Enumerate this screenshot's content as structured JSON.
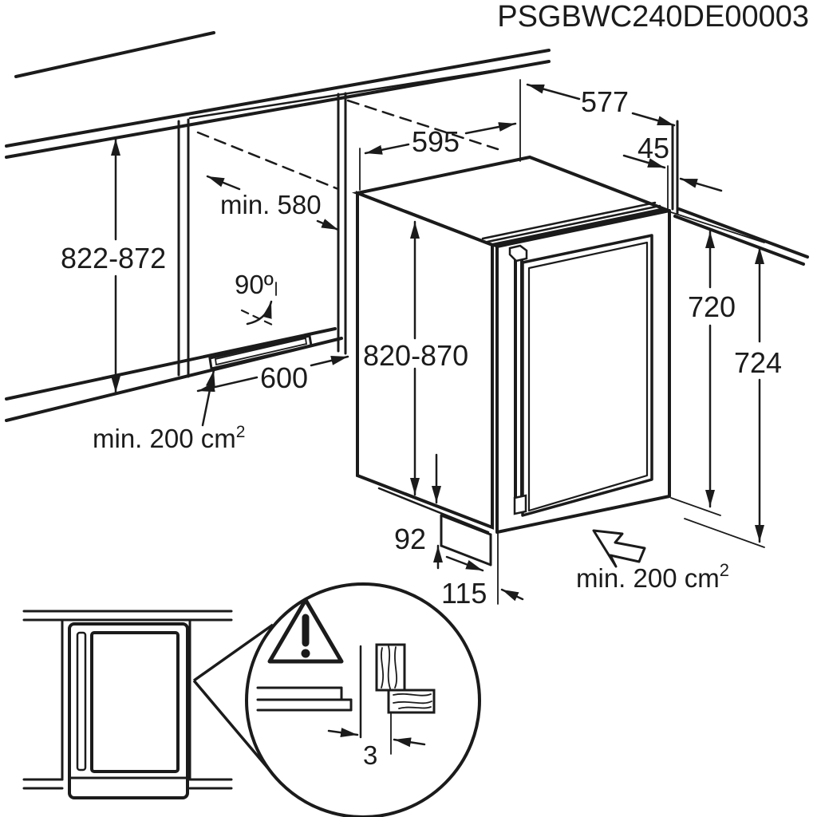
{
  "title": "PSGBWC240DE00003",
  "colors": {
    "line": "#1b1b1b",
    "background": "#ffffff"
  },
  "main_view": {
    "dimensions": {
      "counter_height": "822-872",
      "niche_depth": "min. 580",
      "door_opening_angle": "90º",
      "plinth_cutout_width": "600",
      "vent_area_left": {
        "text": "min. 200 cm",
        "sup": "2"
      },
      "appliance_width": "595",
      "appliance_depth": "577",
      "front_clearance": "45",
      "appliance_height": "820-870",
      "door_height": "720",
      "overall_height": "724",
      "plinth_height": "92",
      "plinth_recess_depth": "115",
      "vent_area_front": {
        "text": "min. 200 cm",
        "sup": "2"
      }
    }
  },
  "detail_view": {
    "side_gap": "3"
  }
}
